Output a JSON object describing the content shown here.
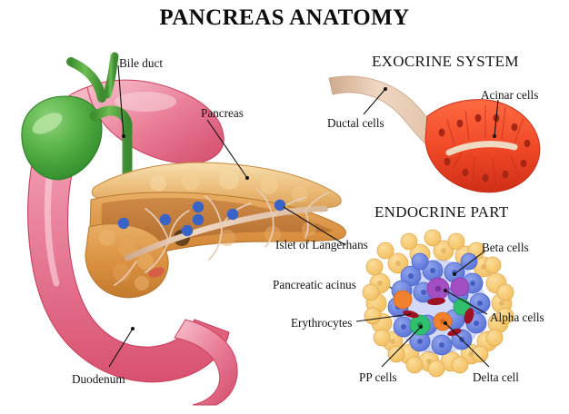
{
  "title": "PANCREAS ANATOMY",
  "sections": {
    "exocrine_heading": "EXOCRINE SYSTEM",
    "endocrine_heading": "ENDOCRINE PART"
  },
  "labels": {
    "bile_duct": "Bile duct",
    "pancreas": "Pancreas",
    "duodenum": "Duodenum",
    "islet_of_langerhans": "Islet of Langerhans",
    "pancreatic_acinus": "Pancreatic acinus",
    "ductal_cells": "Ductal cells",
    "acinar_cells": "Acinar cells",
    "beta_cells": "Beta cells",
    "alpha_cells": "Alpha cells",
    "delta_cell": "Delta cell",
    "pp_cells": "PP cells",
    "erythrocytes": "Erythrocytes"
  },
  "colors": {
    "background": "#ffffff",
    "text": "#141414",
    "duodenum_pink": "#e8718f",
    "duodenum_pink_light": "#f2a6b8",
    "gallbladder_green": "#56b149",
    "bile_duct_green": "#4f9c3d",
    "pancreas_orange": "#e8a košice",
    "pancreas_body": "#e3a košice",
    "pancreas_light": "#f0c98a",
    "pancreas_mid": "#dd9a4e",
    "pancreas_dark": "#b9702c",
    "islet_blue": "#3a63c8",
    "duct_tan": "#e9cdb6",
    "acinus_red": "#ef4b2c",
    "acinus_red_dark": "#c3331c",
    "acinar_yellow": "#f6c76a",
    "beta_blue": "#6b82e0",
    "alpha_purple": "#a34fc4",
    "delta_orange": "#f2812f",
    "pp_green": "#2fbf6e",
    "erythrocyte_red": "#9e1226"
  }
}
